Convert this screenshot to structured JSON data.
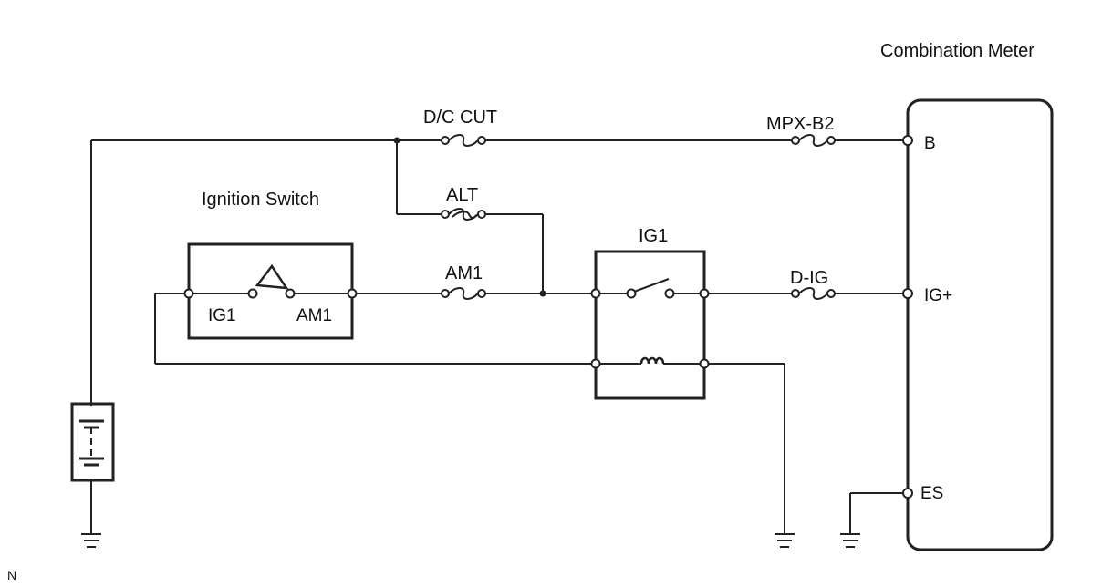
{
  "labels": {
    "combination_meter": "Combination Meter",
    "ignition_switch": "Ignition Switch",
    "relay": "IG1",
    "footnote": "N"
  },
  "fuses": {
    "dc_cut": "D/C CUT",
    "mpx_b2": "MPX-B2",
    "alt": "ALT",
    "am1": "AM1",
    "d_ig": "D-IG"
  },
  "ignition_switch_pins": {
    "ig1": "IG1",
    "am1": "AM1"
  },
  "meter_pins": {
    "b": "B",
    "ig_plus": "IG+",
    "es": "ES"
  }
}
